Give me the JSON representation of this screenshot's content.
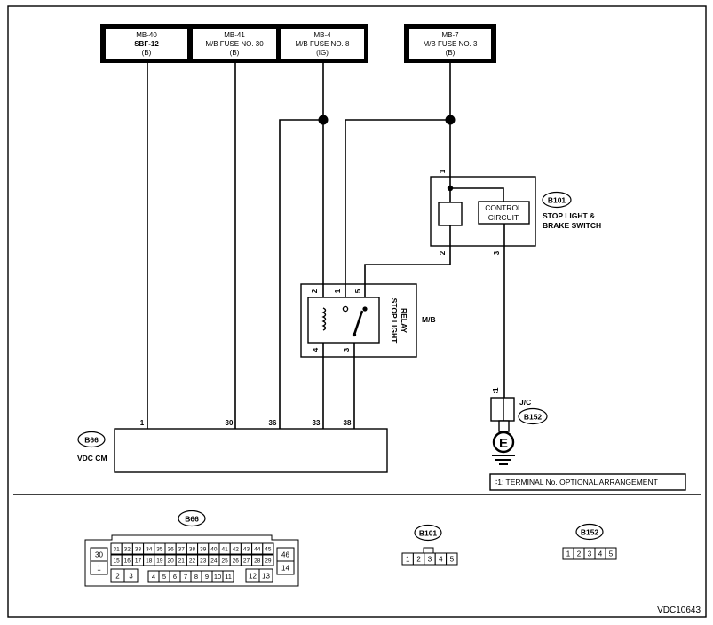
{
  "fuses": [
    {
      "name": "MB-40",
      "desc": "SBF-12",
      "sub": "(B)"
    },
    {
      "name": "MB-41",
      "desc": "M/B FUSE NO. 30",
      "sub": "(B)"
    },
    {
      "name": "MB-4",
      "desc": "M/B FUSE NO. 8",
      "sub": "(IG)"
    },
    {
      "name": "MB-7",
      "desc": "M/B FUSE NO. 3",
      "sub": "(B)"
    }
  ],
  "switch": {
    "badge": "B101",
    "label_line1": "STOP LIGHT &",
    "label_line2": "BRAKE SWITCH",
    "control_line1": "CONTROL",
    "control_line2": "CIRCUIT",
    "pin_top": "1",
    "pin_left": "2",
    "pin_right": "3"
  },
  "relay": {
    "label_line1": "STOP LIGHT",
    "label_line2": "RELAY",
    "location": "M/B",
    "pins_top": [
      "2",
      "1",
      "5"
    ],
    "pins_bottom": [
      "4",
      "3"
    ]
  },
  "vdc": {
    "badge": "B66",
    "label": "VDC CM",
    "pins": [
      "1",
      "30",
      "36",
      "33",
      "38"
    ]
  },
  "jc": {
    "label": "J/C",
    "badge": "B152",
    "terminal": "∶1",
    "ground": "E"
  },
  "note": "∶1: TERMINAL No. OPTIONAL ARRANGEMENT",
  "connectors": {
    "b66": {
      "badge": "B66",
      "left": [
        "30",
        "1"
      ],
      "right": [
        "46",
        "14"
      ],
      "row1": [
        "31",
        "32",
        "33",
        "34",
        "35",
        "36",
        "37",
        "38",
        "39",
        "40",
        "41",
        "42",
        "43",
        "44",
        "45"
      ],
      "row2": [
        "15",
        "16",
        "17",
        "18",
        "19",
        "20",
        "21",
        "22",
        "23",
        "24",
        "25",
        "26",
        "27",
        "28",
        "29"
      ],
      "row3a": [
        "2",
        "3"
      ],
      "row3b": [
        "4",
        "5",
        "6",
        "7",
        "8",
        "9",
        "10",
        "11"
      ],
      "row3c": [
        "12",
        "13"
      ]
    },
    "b101": {
      "badge": "B101",
      "pins": [
        "1",
        "2",
        "3",
        "4",
        "5"
      ]
    },
    "b152": {
      "badge": "B152",
      "pins": [
        "1",
        "2",
        "3",
        "4",
        "5"
      ]
    }
  },
  "code": "VDC10643"
}
